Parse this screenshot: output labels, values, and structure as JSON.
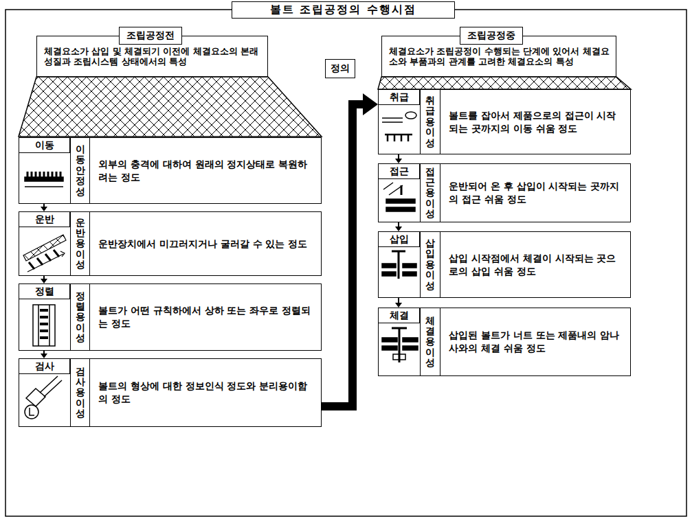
{
  "diagram": {
    "title": "볼트 조립공정의 수행시점",
    "nodes": [
      {
        "text": [
          "조립공정전",
          "체결요소가 삽입 및 체결되기 이전에 체결요소의 본래 성질과 조립시스템 상태에서의 특성"
        ]
      },
      {
        "text": [
          "정의"
        ]
      },
      {
        "text": [
          "조립공정중",
          "체결요소가 조립공정이 수행되는 단계에 있어서 체결요소와 부품과의 관계를 고려한 체결요소의 특성"
        ]
      },
      {
        "text": [
          "이동",
          "이동안정성",
          "외부의 충격에 대하여 원래의 정지상태로 복원하려는 정도"
        ]
      },
      {
        "text": [
          "운반",
          "운반용이성",
          "운반장치에서 미끄러지거나 굴러갈 수 있는 정도"
        ]
      },
      {
        "text": [
          "정렬",
          "정렬용이성",
          "볼트가 어떤 규칙하에서 상하 또는 좌우로 정렬되는 정도"
        ]
      },
      {
        "text": [
          "검사",
          "검사용이성",
          "볼트의 형상에 대한 정보인식 정도와 분리용이함의 정도"
        ]
      },
      {
        "text": [
          "취급",
          "취급용이성",
          "볼트를 잡아서 제품으로의 접근이 시작되는 곳까지의 이동 쉬움 정도"
        ]
      },
      {
        "text": [
          "접근",
          "접근용이성",
          "운반되어 온 후 삽입이 시작되는 곳까지의 접근 쉬움 정도"
        ]
      },
      {
        "text": [
          "삽입",
          "삽입용이성",
          "삽입 시작점에서 체결이 시작되는 곳으로의 삽입 쉬움 정도"
        ]
      },
      {
        "text": [
          "체결",
          "체결용이성",
          "삽입된 볼트가 너트 또는 제품내의 암나사와의 체결 쉬움 정도"
        ]
      }
    ],
    "edges": [
      {
        "from": 3,
        "to": 4,
        "arrow": "to"
      },
      {
        "from": 4,
        "to": 5,
        "arrow": "to"
      },
      {
        "from": 5,
        "to": 6,
        "arrow": "to"
      },
      {
        "from": 6,
        "to": 7,
        "arrow": "to"
      },
      {
        "from": 7,
        "to": 8,
        "arrow": "to"
      },
      {
        "from": 8,
        "to": 9,
        "arrow": "to"
      },
      {
        "from": 9,
        "to": 10,
        "arrow": "to"
      }
    ]
  }
}
